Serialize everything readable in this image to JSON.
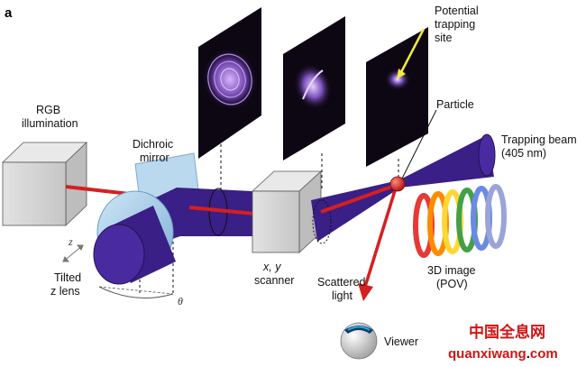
{
  "panel_label": "a",
  "labels": {
    "rgb_illumination": [
      "RGB",
      "illumination"
    ],
    "dichroic_mirror": [
      "Dichroic",
      "mirror"
    ],
    "tilted_z_lens": [
      "Tilted",
      "z lens"
    ],
    "xy_scanner": [
      "x, y",
      "scanner"
    ],
    "potential_trapping_site": [
      "Potential",
      "trapping",
      "site"
    ],
    "particle": "Particle",
    "trapping_beam": [
      "Trapping beam",
      "(405 nm)"
    ],
    "scattered_light": [
      "Scattered",
      "light"
    ],
    "image_3d": [
      "3D image",
      "(POV)"
    ],
    "viewer": "Viewer",
    "z_axis": "z",
    "theta": "θ"
  },
  "watermark": {
    "chinese": "中国全息网",
    "domain_main": "quanxiwang",
    "domain_dot": ".",
    "domain_tld": "com"
  },
  "colors": {
    "beam": "#3a1f86",
    "red_laser": "#d61f1f",
    "box": "#d4d4d4",
    "mirror": "#b8d8ee",
    "watermark": "#d21414"
  }
}
